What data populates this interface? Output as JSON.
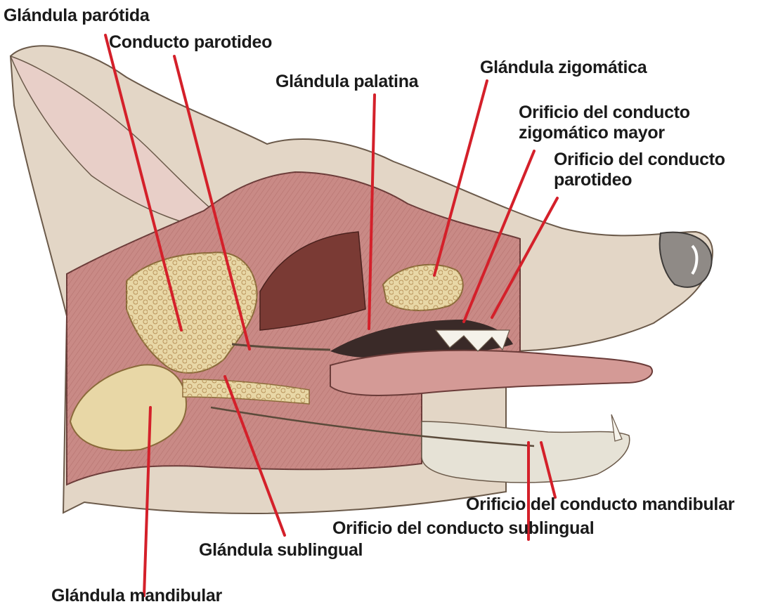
{
  "labels": {
    "parotid_gland": "Glándula parótida",
    "parotid_duct": "Conducto parotideo",
    "palatine_gland": "Glándula palatina",
    "zygomatic_gland": "Glándula zigomática",
    "major_zygomatic_duct_orifice": "Orificio del conducto\nzigomático mayor",
    "parotid_duct_orifice": "Orificio del conducto\nparotideo",
    "mandibular_duct_orifice": "Orificio del conducto mandibular",
    "sublingual_duct_orifice": "Orificio del conducto sublingual",
    "sublingual_gland": "Glándula sublingual",
    "mandibular_gland": "Glándula mandibular"
  },
  "colors": {
    "leader_line": "#d4202a",
    "skin": "#e3d6c6",
    "muscle": "#c98a86",
    "gland": "#e8d7a6",
    "oral_cavity": "#3a2a28",
    "tongue": "#d49a96"
  }
}
